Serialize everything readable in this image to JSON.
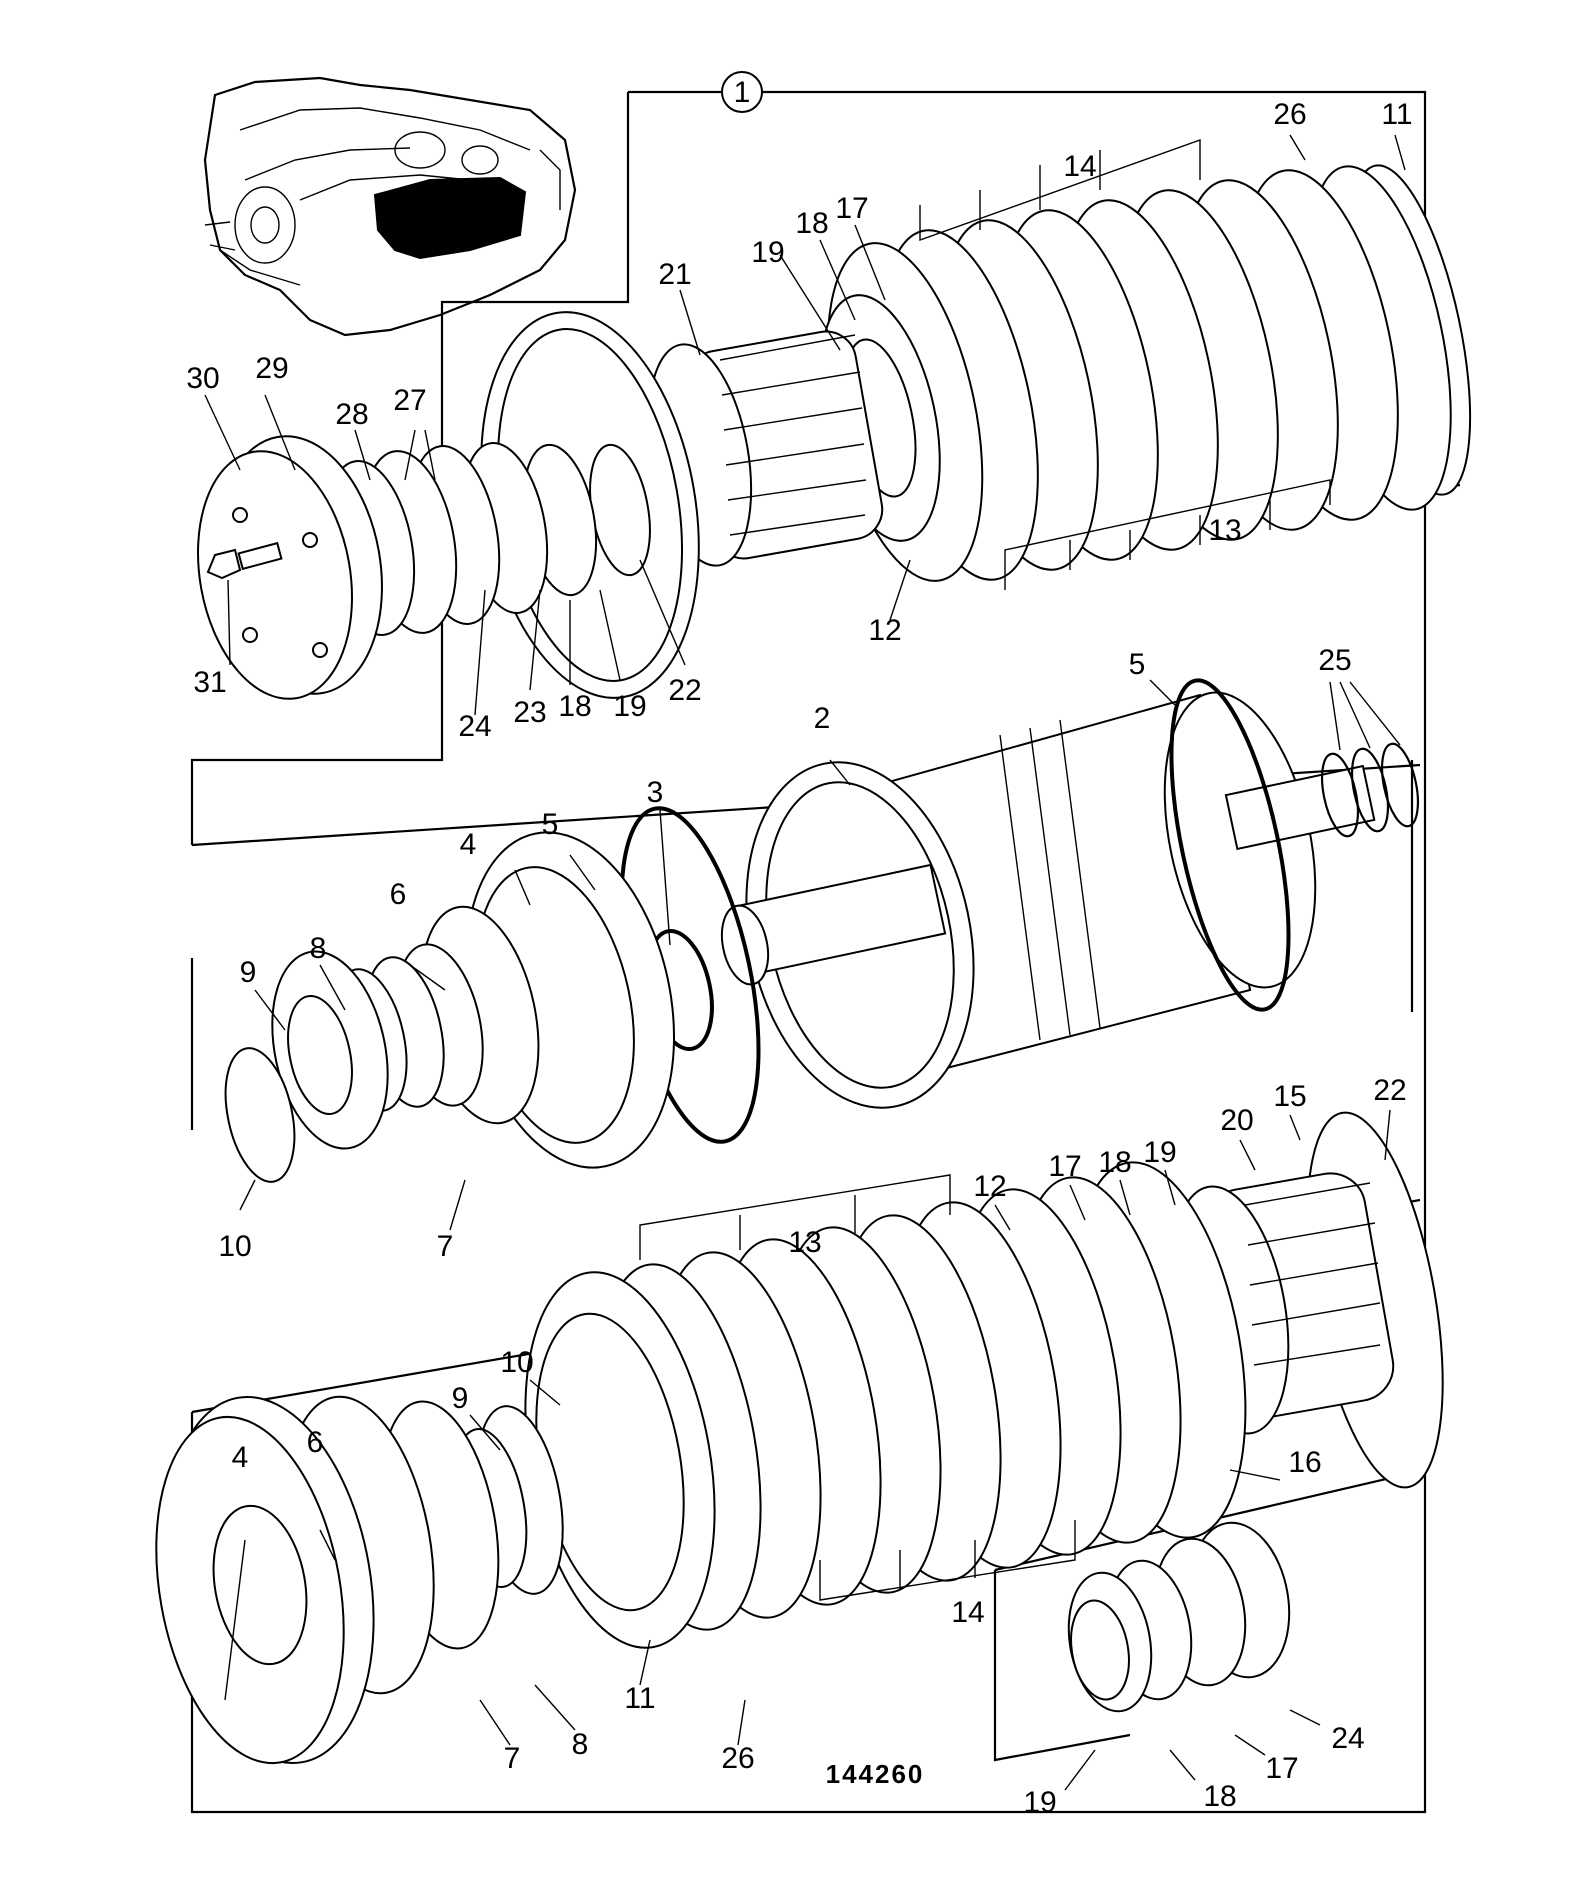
{
  "diagram": {
    "callout": "1",
    "reference_number": "144260",
    "labels": {
      "top": [
        "26",
        "11",
        "14",
        "17",
        "18",
        "19",
        "21",
        "30",
        "29",
        "28",
        "27",
        "13",
        "12",
        "31",
        "24",
        "23",
        "18",
        "19",
        "22"
      ],
      "middle": [
        "5",
        "25",
        "2",
        "3",
        "4",
        "5",
        "6",
        "8",
        "9",
        "10",
        "7"
      ],
      "bottom": [
        "15",
        "22",
        "20",
        "19",
        "18",
        "17",
        "12",
        "13",
        "10",
        "9",
        "6",
        "4",
        "16",
        "14",
        "11",
        "26",
        "7",
        "8",
        "24",
        "17",
        "18",
        "19"
      ]
    }
  }
}
